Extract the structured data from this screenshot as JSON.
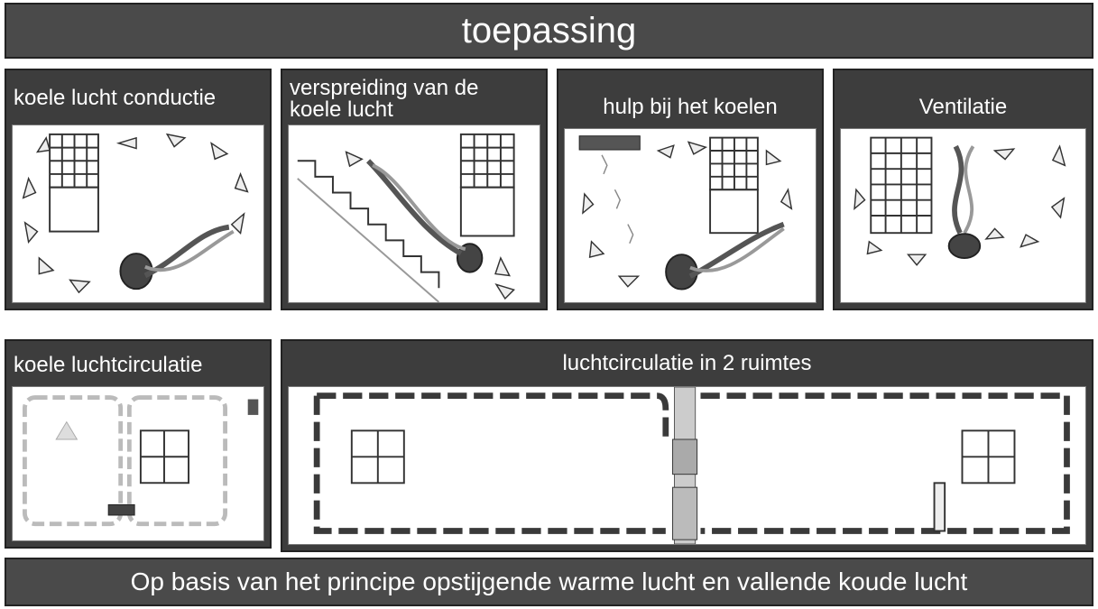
{
  "header": {
    "title": "toepassing"
  },
  "panels": [
    {
      "title": "koele lucht conductie"
    },
    {
      "title": "verspreiding van de koele lucht"
    },
    {
      "title": "hulp bij het koelen"
    },
    {
      "title": "Ventilatie"
    },
    {
      "title": "koele luchtcirculatie"
    },
    {
      "title": "luchtcirculatie  in 2 ruimtes"
    }
  ],
  "footer": {
    "caption": "Op basis van het principe opstijgende warme lucht en vallende koude lucht"
  },
  "colors": {
    "dark": "#3d3d3d",
    "arrow_light": "#b8b8b8",
    "arrow_dark": "#3a3a3a"
  }
}
